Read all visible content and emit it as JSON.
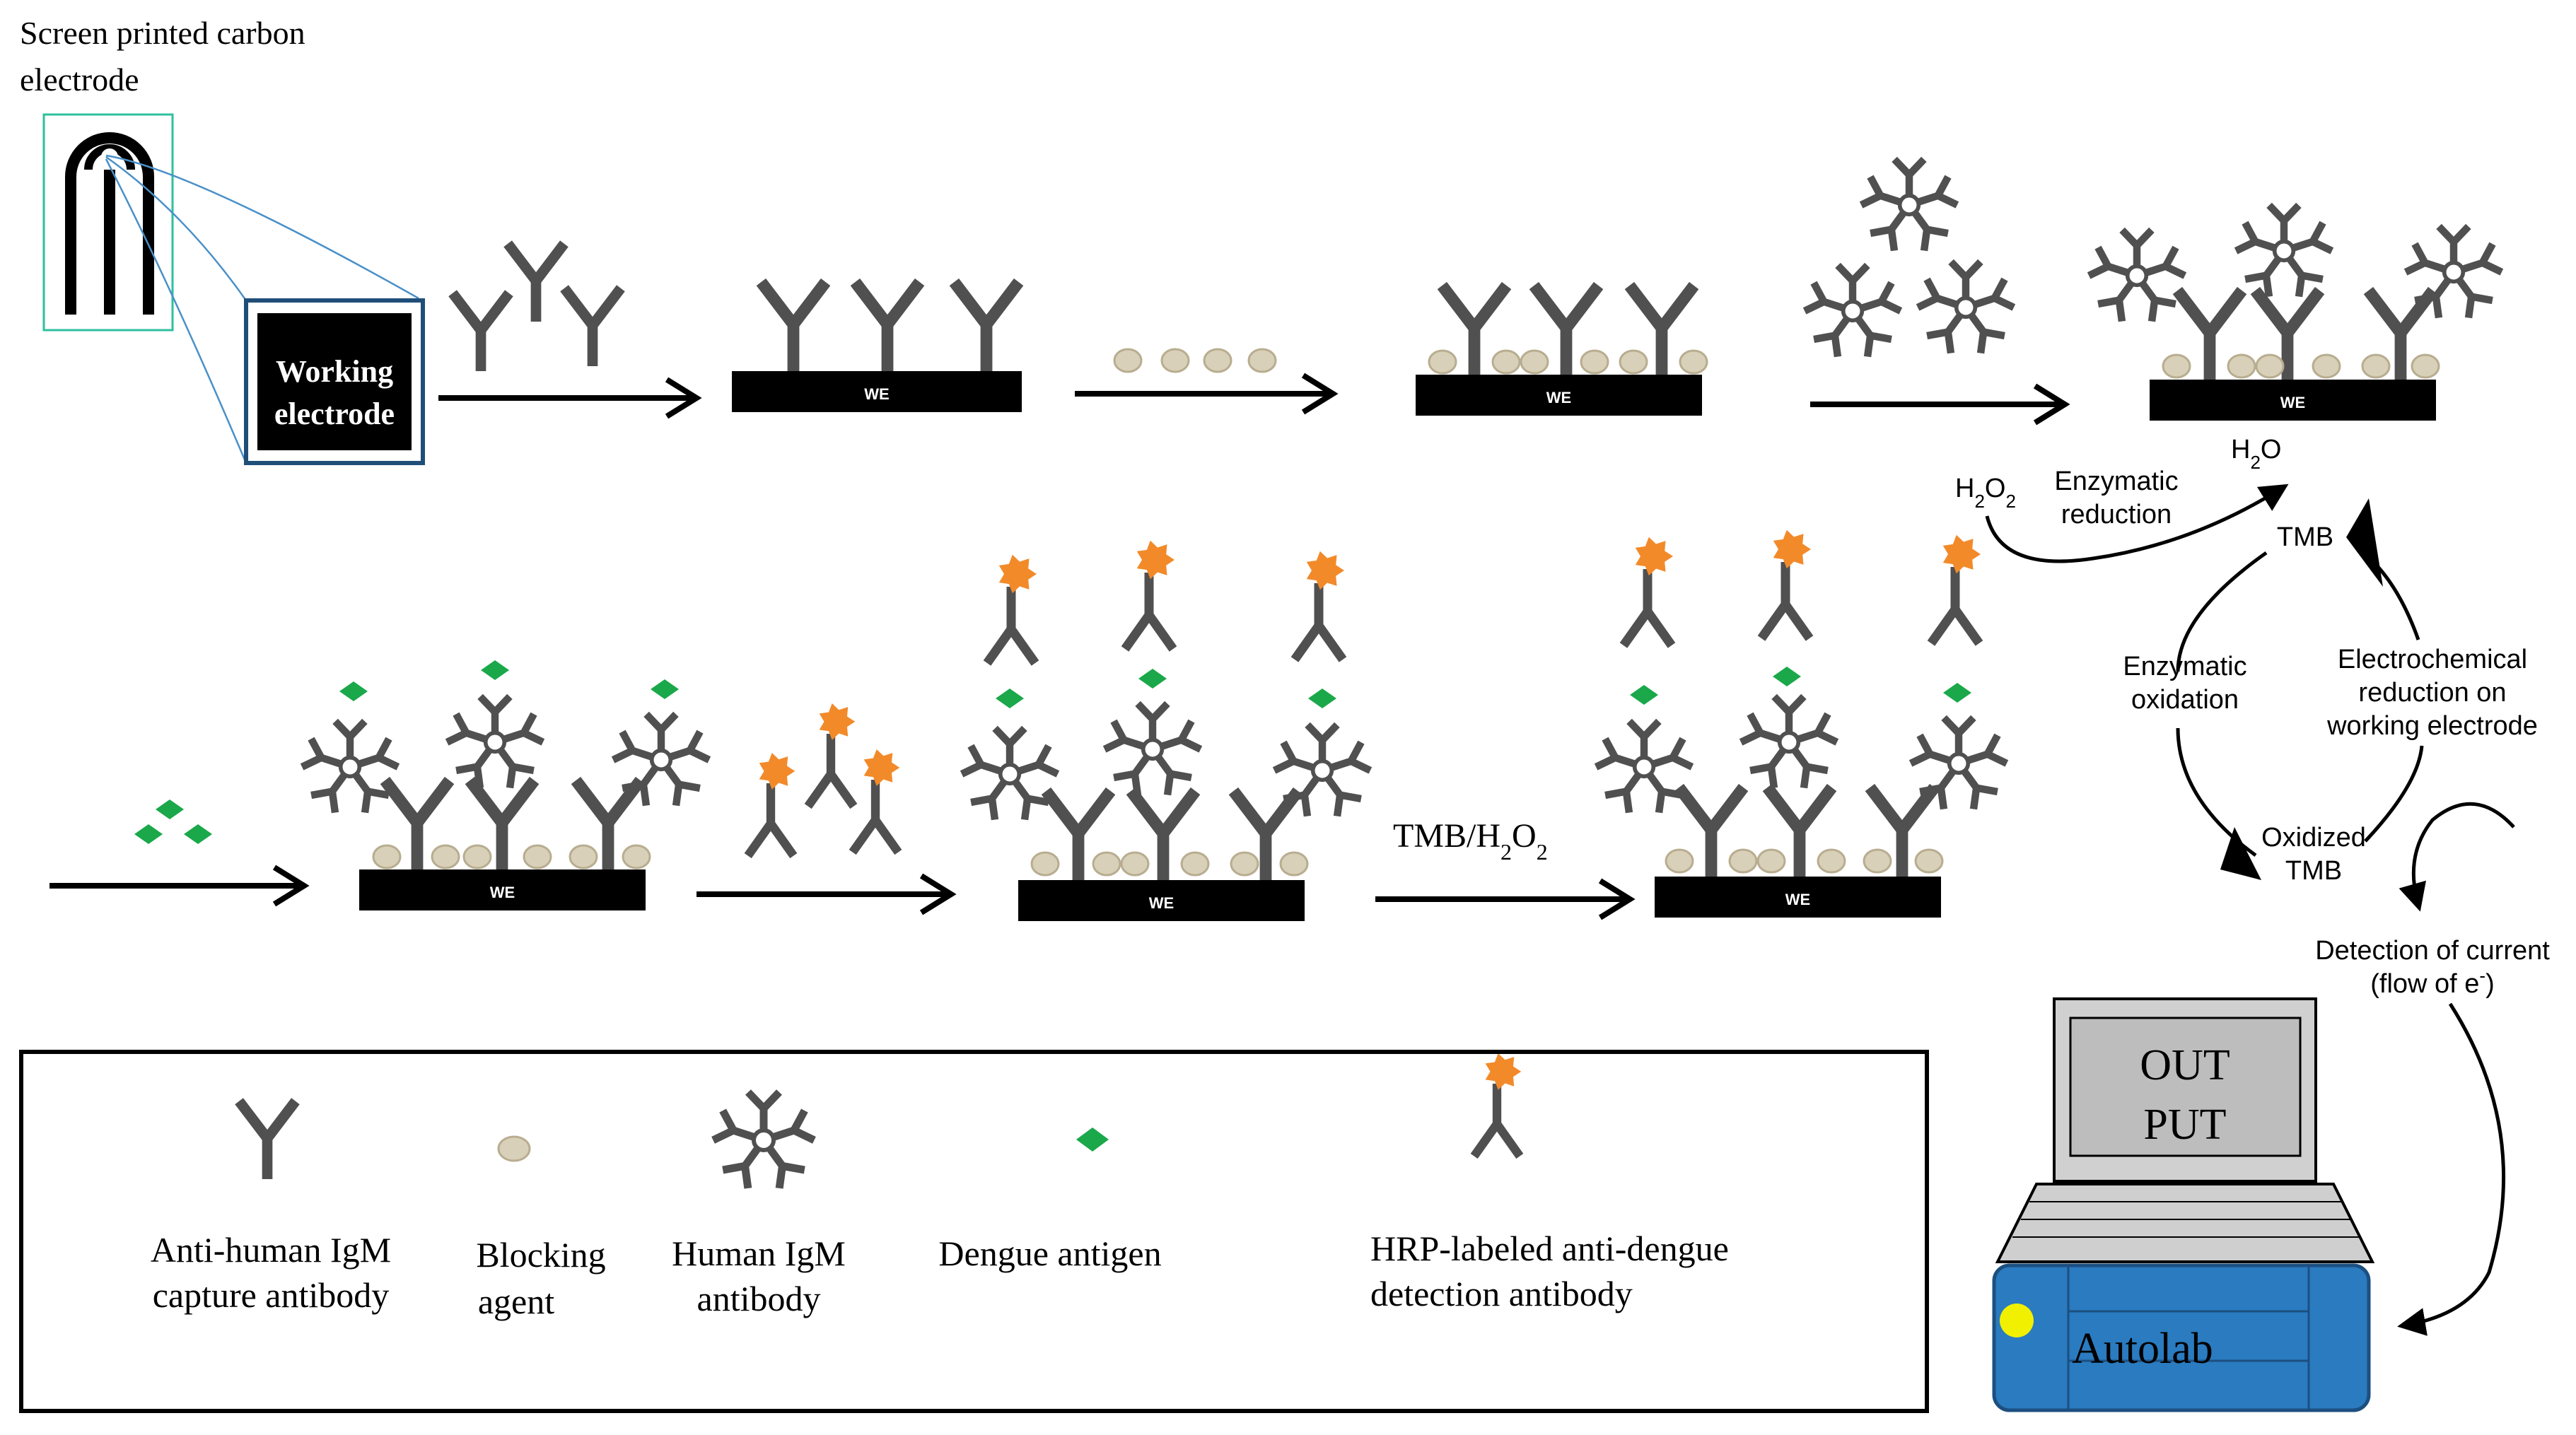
{
  "colors": {
    "antibody": "#505050",
    "blocking": "#d8d0b8",
    "blocking_edge": "#b8ad90",
    "antigen": "#1aa84a",
    "hrp": "#f28a2a",
    "electrode": "#000000",
    "legend_border": "#000000",
    "autolab_blue": "#2a7bc0",
    "monitor_gray": "#cfcfcf",
    "green_frame": "#2fbf9f",
    "dark_frame": "#1f4e79"
  },
  "sensor": {
    "title_line1": "Screen printed carbon",
    "title_line2": "electrode",
    "we_line1": "Working",
    "we_line2": "electrode"
  },
  "electrode_label": "WE",
  "step_label_tmb": "TMB/H",
  "step_label_tmb_sub1": "2",
  "step_label_tmb_o": "O",
  "step_label_tmb_sub2": "2",
  "cycle": {
    "h2o2": "H",
    "h2o2_sub1": "2",
    "h2o2_o": "O",
    "h2o2_sub2": "2",
    "h2o": "H",
    "h2o_sub": "2",
    "h2o_o": "O",
    "enz_red_1": "Enzymatic",
    "enz_red_2": "reduction",
    "tmb": "TMB",
    "enz_ox_1": "Enzymatic",
    "enz_ox_2": "oxidation",
    "echem_1": "Electrochemical",
    "echem_2": "reduction on",
    "echem_3": "working electrode",
    "ox_tmb_1": "Oxidized",
    "ox_tmb_2": "TMB",
    "detect_1": "Detection of current",
    "detect_2": "(flow of e",
    "detect_sup": "-",
    "detect_close": ")"
  },
  "computer": {
    "screen_line1": "OUT",
    "screen_line2": "PUT",
    "autolab": "Autolab"
  },
  "legend": {
    "capture_1": "Anti-human IgM",
    "capture_2": "capture antibody",
    "blocking_1": "Blocking",
    "blocking_2": "agent",
    "human_1": "Human IgM",
    "human_2": "antibody",
    "antigen_1": "Dengue antigen",
    "hrp_1": "HRP-labeled anti-dengue",
    "hrp_2": "detection antibody"
  }
}
